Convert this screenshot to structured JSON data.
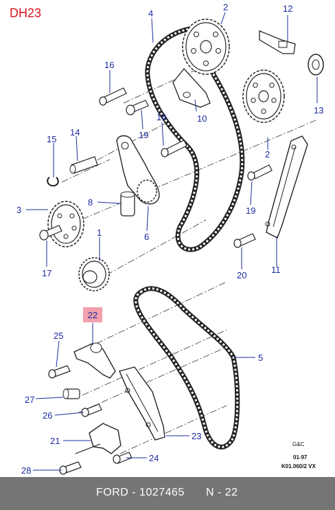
{
  "diagram_code": "DH23",
  "callouts": {
    "c1": "1",
    "c2a": "2",
    "c2b": "2",
    "c3": "3",
    "c4": "4",
    "c5": "5",
    "c6": "6",
    "c8": "8",
    "c10": "10",
    "c11": "11",
    "c12": "12",
    "c13": "13",
    "c14": "14",
    "c15": "15",
    "c16a": "16",
    "c16b": "16",
    "c17": "17",
    "c19a": "19",
    "c19b": "19",
    "c20": "20",
    "c21": "21",
    "c22": "22",
    "c23": "23",
    "c24": "24",
    "c25": "25",
    "c26": "26",
    "c27": "27",
    "c28": "28"
  },
  "stamp": {
    "line1": "G&C",
    "line2": "01-97",
    "line3": "K01.060/2 VX"
  },
  "footer": {
    "part_text": "FORD - 1027465",
    "ref_text": "N - 22"
  }
}
